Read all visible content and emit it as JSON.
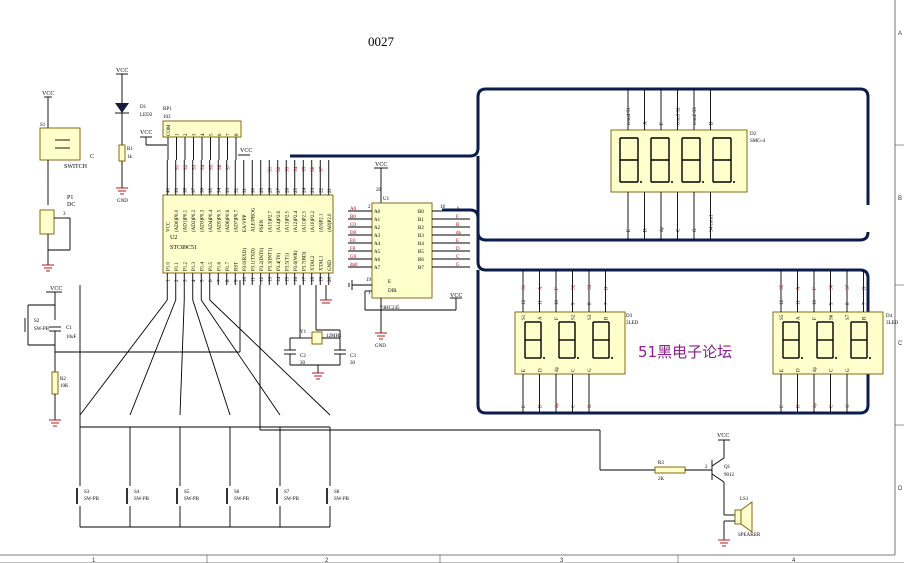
{
  "diagram_number": "0027",
  "brand": "51黑电子论坛",
  "net_vcc": "VCC",
  "net_gnd": "GND",
  "border": {
    "cols": [
      "1",
      "2",
      "3",
      "4"
    ],
    "rows": [
      "A",
      "B",
      "C",
      "D"
    ]
  },
  "mcu": {
    "ref": "U2",
    "part": "STC89C51",
    "left_pins": [
      "VCC",
      "(AD0)P0.0",
      "(AD1)P0.1",
      "(AD2)P0.2",
      "(AD3)P0.3",
      "(AD4)P0.4",
      "(AD5)P0.5",
      "(AD6)P0.6",
      "(AD7)P0.7",
      "EA/VPP",
      "ALE/PROG",
      "PSEN",
      "(A15)P2.7",
      "(A14)P2.6",
      "(A13)P2.5",
      "(A12)P2.4",
      "(A11)P2.3",
      "(A10)P2.2",
      "(A9)P2.1",
      "(A8)P2.0"
    ],
    "right_pins": [
      "P1.0",
      "P1.1",
      "P1.2",
      "P1.3",
      "P1.4",
      "P1.5",
      "P1.6",
      "P1.7",
      "RST",
      "P3.0(RXD)",
      "P3.1(TXD)",
      "P3.2(INT0)",
      "P3.3(INT1)",
      "P3.4(T0)",
      "P3.5(T1)",
      "P3.6(WR)",
      "P3.7(RD)",
      "XTAL2",
      "XTAL1",
      "GND"
    ],
    "top_pin_numbers": [
      "40",
      "39",
      "38",
      "37",
      "36",
      "35",
      "34",
      "33",
      "32",
      "31",
      "30",
      "29",
      "28",
      "27",
      "26",
      "25",
      "24",
      "23",
      "22",
      "21"
    ],
    "bottom_pin_numbers": [
      "1",
      "2",
      "3",
      "4",
      "5",
      "6",
      "7",
      "8",
      "9",
      "10",
      "11",
      "12",
      "13",
      "14",
      "15",
      "16",
      "17",
      "18",
      "19",
      "20"
    ]
  },
  "buffer": {
    "ref": "U1",
    "part": "74HC245",
    "a_pins": [
      "A0",
      "A1",
      "A2",
      "A3",
      "A4",
      "A5",
      "A6",
      "A7"
    ],
    "b_pins": [
      "B0",
      "B1",
      "B2",
      "B3",
      "B4",
      "B5",
      "B6",
      "B7"
    ],
    "in_nets": [
      "A0",
      "B0",
      "C0",
      "D0",
      "E0",
      "F0",
      "G0",
      "dp0"
    ],
    "out_nets": [
      "A",
      "F",
      "B",
      "dp",
      "E",
      "D",
      "C",
      "G"
    ],
    "ctrl": [
      "E",
      "DIR"
    ],
    "pins": {
      "e": "19",
      "dir": "1",
      "b0": "18",
      "a0": "2",
      "vcc": "20"
    }
  },
  "resistor_pack": {
    "ref": "RP1",
    "value": "103",
    "pins": [
      "COM",
      "1",
      "2",
      "3",
      "4",
      "5",
      "6",
      "7",
      "8"
    ]
  },
  "led1": {
    "ref": "D1",
    "value": "LED2"
  },
  "r1": {
    "ref": "R1",
    "value": "1k"
  },
  "r2": {
    "ref": "R2",
    "value": "10K"
  },
  "r3": {
    "ref": "R3",
    "value": "2K"
  },
  "c1": {
    "ref": "C1",
    "value": "10uF"
  },
  "c2": {
    "ref": "C2",
    "value": "30"
  },
  "c3": {
    "ref": "C3",
    "value": "30"
  },
  "crystal": {
    "ref": "Y1",
    "value": "12MHz"
  },
  "switch_main": {
    "ref": "S1",
    "type": "SWITCH",
    "pin_c": "C"
  },
  "dc_jack": {
    "ref": "P1",
    "type": "DC",
    "pin": "3"
  },
  "reset_button": {
    "ref": "S2",
    "type": "SW-PB"
  },
  "buttons": [
    {
      "ref": "S3",
      "type": "SW-PB"
    },
    {
      "ref": "S4",
      "type": "SW-PB"
    },
    {
      "ref": "S5",
      "type": "SW-PB"
    },
    {
      "ref": "S6",
      "type": "SW-PB"
    },
    {
      "ref": "S7",
      "type": "SW-PB"
    },
    {
      "ref": "S8",
      "type": "SW-PB"
    }
  ],
  "transistor": {
    "ref": "Q1",
    "part": "9012"
  },
  "speaker": {
    "ref": "LS1",
    "type": "SPEAKER"
  },
  "display_top": {
    "ref": "D2",
    "part": "SMG-4",
    "top_pins": [
      "com4 S1",
      "A",
      "F",
      "com3 S2",
      "com2 S3",
      "B"
    ],
    "bottom_pins": [
      "E",
      "D",
      "dp",
      "C",
      "G",
      "S4 com1"
    ]
  },
  "display_left": {
    "ref": "D3",
    "part": "3LED",
    "top_pins": [
      "S1",
      "A",
      "F",
      "S2",
      "S3",
      "B"
    ],
    "top_nums": [
      "12",
      "11",
      "10",
      "9",
      "8",
      "7"
    ],
    "bottom_pins": [
      "E",
      "D",
      "dp",
      "C",
      "G"
    ]
  },
  "display_right": {
    "ref": "D4",
    "part": "3LED",
    "top_pins": [
      "S5",
      "A",
      "F",
      "S6",
      "S7",
      "B"
    ],
    "top_nums": [
      "12",
      "11",
      "10",
      "9",
      "8",
      "7"
    ],
    "bottom_pins": [
      "E",
      "D",
      "dp",
      "C",
      "G"
    ]
  },
  "rp_nets": [
    "S1",
    "S2",
    "S3",
    "S4",
    "S5",
    "S6",
    "S7"
  ],
  "p2_nets": [
    "S1",
    "S2",
    "S3",
    "S4",
    "S5",
    "S6",
    "S7"
  ]
}
